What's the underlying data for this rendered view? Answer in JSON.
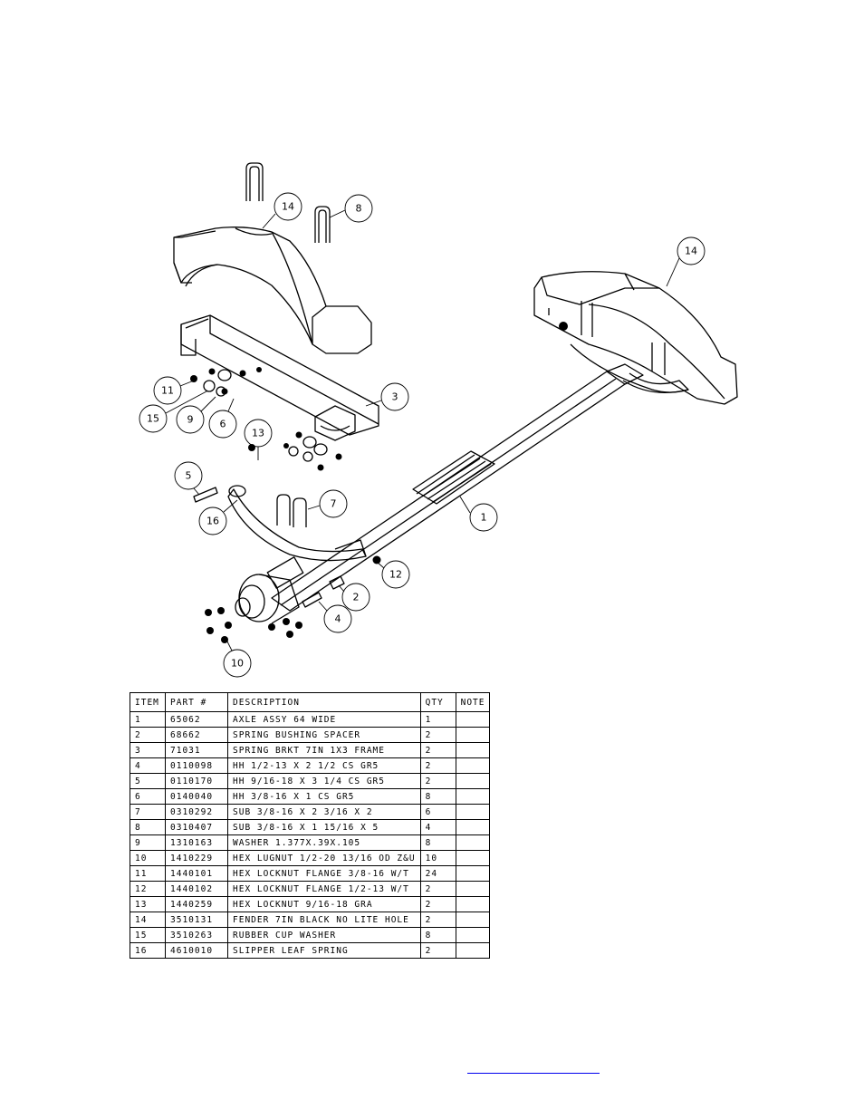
{
  "balloons": [
    {
      "label": "14"
    },
    {
      "label": "8"
    },
    {
      "label": "14"
    },
    {
      "label": "3"
    },
    {
      "label": "11"
    },
    {
      "label": "15"
    },
    {
      "label": "9"
    },
    {
      "label": "6"
    },
    {
      "label": "13"
    },
    {
      "label": "5"
    },
    {
      "label": "16"
    },
    {
      "label": "7"
    },
    {
      "label": "1"
    },
    {
      "label": "12"
    },
    {
      "label": "2"
    },
    {
      "label": "4"
    },
    {
      "label": "10"
    }
  ],
  "bom": {
    "headers": {
      "item": "ITEM",
      "part": "PART #",
      "desc": "DESCRIPTION",
      "qty": "QTY",
      "note": "NOTE"
    },
    "rows": [
      {
        "item": "1",
        "part": "65062",
        "desc": "AXLE ASSY 64 WIDE",
        "qty": "1",
        "note": ""
      },
      {
        "item": "2",
        "part": "68662",
        "desc": "SPRING BUSHING SPACER",
        "qty": "2",
        "note": ""
      },
      {
        "item": "3",
        "part": "71031",
        "desc": "SPRING BRKT 7IN 1X3 FRAME",
        "qty": "2",
        "note": ""
      },
      {
        "item": "4",
        "part": "0110098",
        "desc": "HH 1/2-13 X 2 1/2 CS GR5",
        "qty": "2",
        "note": ""
      },
      {
        "item": "5",
        "part": "0110170",
        "desc": "HH 9/16-18 X 3 1/4 CS GR5",
        "qty": "2",
        "note": ""
      },
      {
        "item": "6",
        "part": "0140040",
        "desc": "HH 3/8-16 X 1 CS GR5",
        "qty": "8",
        "note": ""
      },
      {
        "item": "7",
        "part": "0310292",
        "desc": "SUB 3/8-16 X 2 3/16 X 2",
        "qty": "6",
        "note": ""
      },
      {
        "item": "8",
        "part": "0310407",
        "desc": "SUB 3/8-16 X 1 15/16 X 5",
        "qty": "4",
        "note": ""
      },
      {
        "item": "9",
        "part": "1310163",
        "desc": "WASHER 1.377X.39X.105",
        "qty": "8",
        "note": ""
      },
      {
        "item": "10",
        "part": "1410229",
        "desc": "HEX LUGNUT 1/2-20 13/16 OD Z&U",
        "qty": "10",
        "note": ""
      },
      {
        "item": "11",
        "part": "1440101",
        "desc": "HEX LOCKNUT FLANGE 3/8-16 W/T",
        "qty": "24",
        "note": ""
      },
      {
        "item": "12",
        "part": "1440102",
        "desc": "HEX LOCKNUT FLANGE 1/2-13 W/T",
        "qty": "2",
        "note": ""
      },
      {
        "item": "13",
        "part": "1440259",
        "desc": "HEX LOCKNUT 9/16-18 GRA",
        "qty": "2",
        "note": ""
      },
      {
        "item": "14",
        "part": "3510131",
        "desc": "FENDER  7IN BLACK NO LITE HOLE",
        "qty": "2",
        "note": ""
      },
      {
        "item": "15",
        "part": "3510263",
        "desc": "RUBBER CUP WASHER",
        "qty": "8",
        "note": ""
      },
      {
        "item": "16",
        "part": "4610010",
        "desc": "SLIPPER LEAF SPRING",
        "qty": "2",
        "note": ""
      }
    ]
  },
  "colors": {
    "line": "#000000",
    "link": "#0000ee"
  }
}
